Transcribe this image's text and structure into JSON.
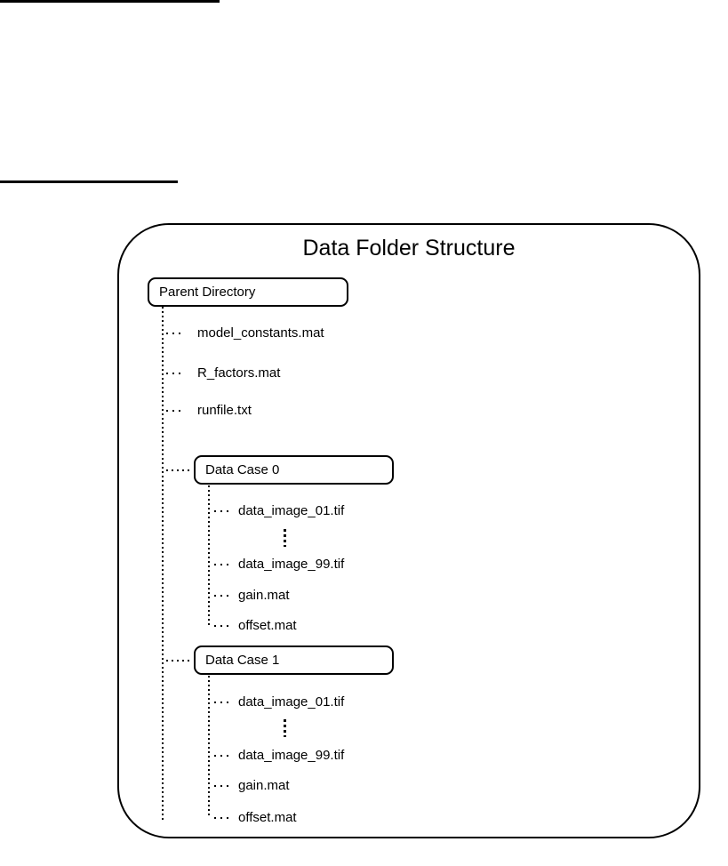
{
  "colors": {
    "ink": "#000000",
    "paper": "#ffffff"
  },
  "diagram": {
    "title": "Data Folder Structure",
    "root": {
      "label": "Parent Directory"
    },
    "root_files": [
      "model_constants.mat",
      "R_factors.mat",
      "runfile.txt"
    ],
    "cases": [
      {
        "label": "Data Case 0",
        "files": [
          "data_image_01.tif",
          "data_image_99.tif",
          "gain.mat",
          "offset.mat"
        ]
      },
      {
        "label": "Data Case 1",
        "files": [
          "data_image_01.tif",
          "data_image_99.tif",
          "gain.mat",
          "offset.mat"
        ]
      }
    ]
  }
}
